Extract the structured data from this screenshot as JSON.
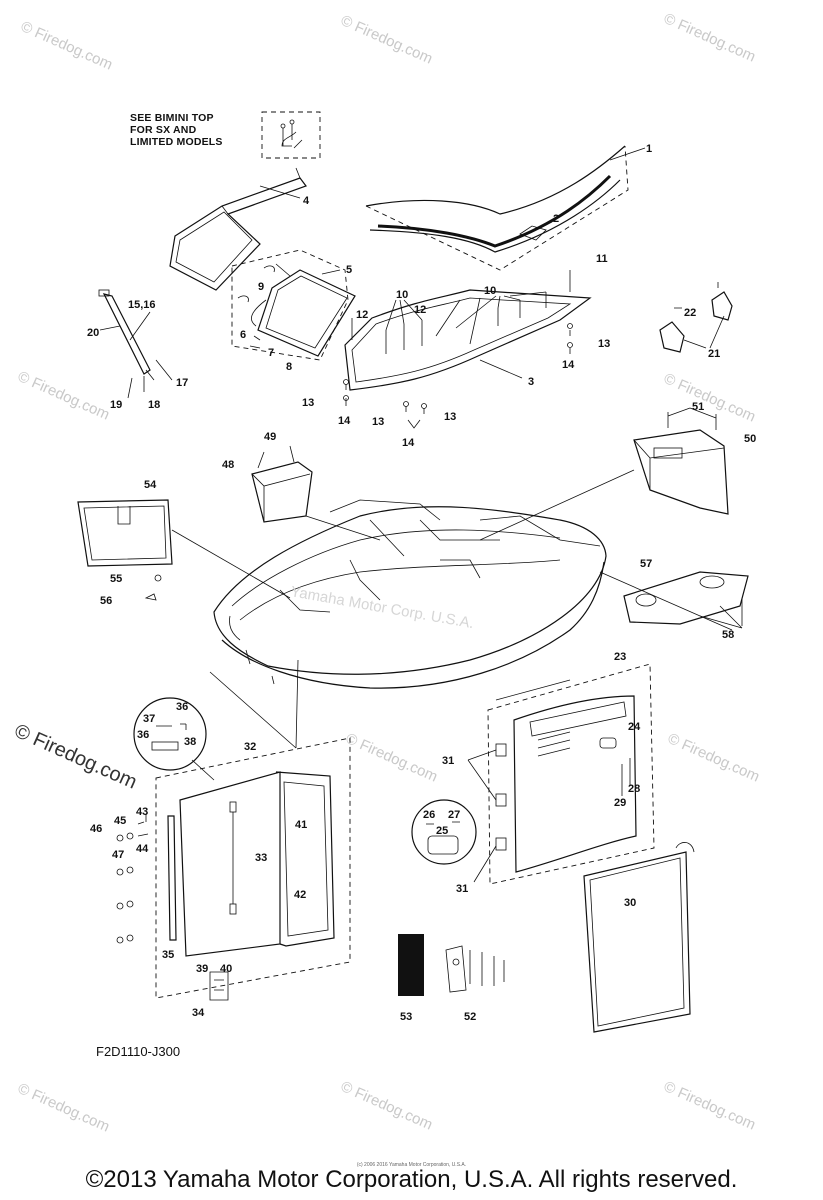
{
  "watermark": {
    "text": "© Firedog.com",
    "center_text": "Yamaha Motor Corp. U.S.A."
  },
  "note": {
    "line1": "SEE BIMINI TOP",
    "line2": "FOR SX AND",
    "line3": "LIMITED MODELS"
  },
  "figure_code": "F2D1110-J300",
  "fine_print": "(c) 2006 2016 Yamaha Motor Corporation, U.S.A.",
  "copyright": "©2013 Yamaha Motor Corporation, U.S.A. All rights reserved.",
  "callouts": [
    "1",
    "2",
    "3",
    "4",
    "5",
    "6",
    "7",
    "8",
    "9",
    "10",
    "10",
    "11",
    "12",
    "12",
    "13",
    "13",
    "13",
    "13",
    "14",
    "14",
    "14",
    "15,16",
    "17",
    "18",
    "19",
    "20",
    "21",
    "22",
    "23",
    "24",
    "25",
    "26",
    "27",
    "28",
    "29",
    "30",
    "31",
    "31",
    "32",
    "33",
    "34",
    "35",
    "36",
    "36",
    "37",
    "38",
    "39",
    "40",
    "41",
    "42",
    "43",
    "44",
    "45",
    "46",
    "47",
    "48",
    "49",
    "50",
    "51",
    "52",
    "53",
    "54",
    "55",
    "56",
    "57",
    "58"
  ]
}
